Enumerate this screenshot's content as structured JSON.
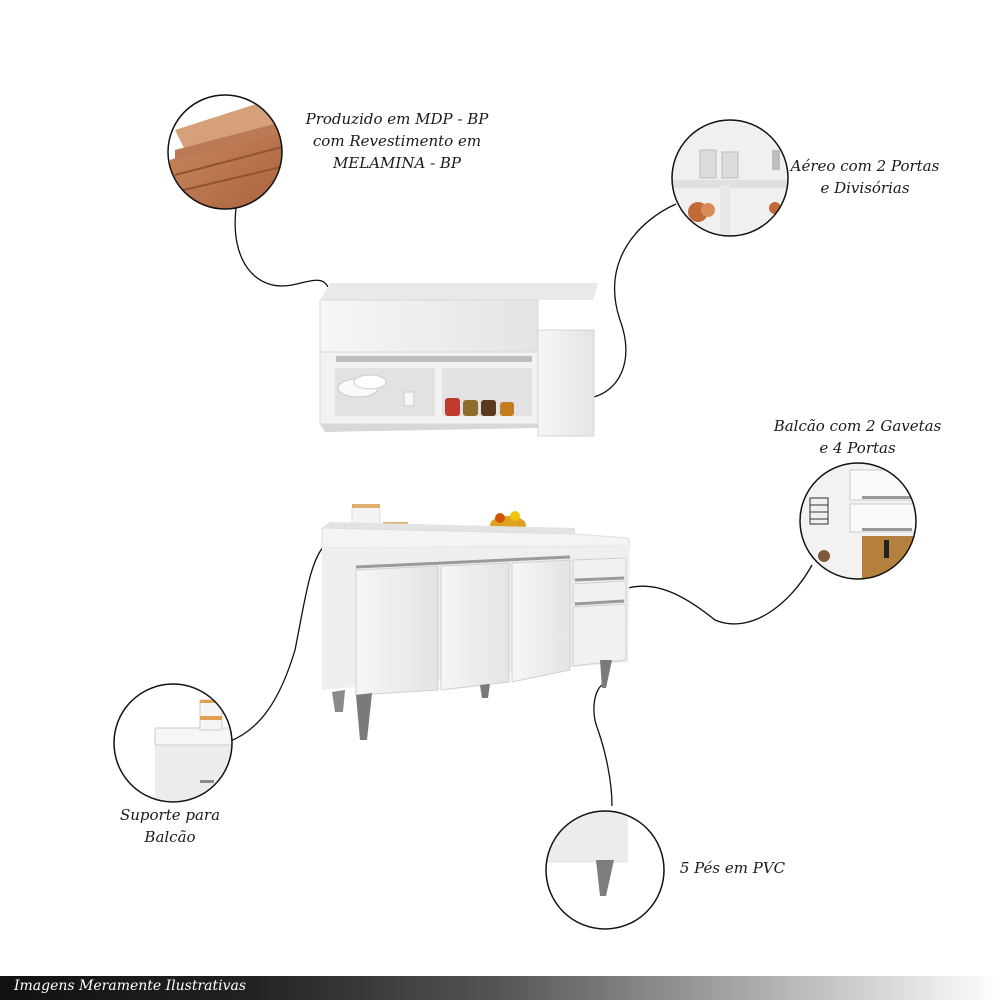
{
  "labels": {
    "mdp": [
      "Produzido em MDP - BP",
      "com Revestimento em",
      "MELAMINA - BP"
    ],
    "aereo": [
      "Aéreo com 2 Portas",
      "e Divisórias"
    ],
    "balcao": [
      "Balcão com 2 Gavetas",
      "e 4 Portas"
    ],
    "suporte": [
      "Suporte para",
      "Balcão"
    ],
    "pes": [
      "5 Pés em PVC"
    ]
  },
  "footer": {
    "text": "Imagens Meramente Ilustrativas"
  }
}
